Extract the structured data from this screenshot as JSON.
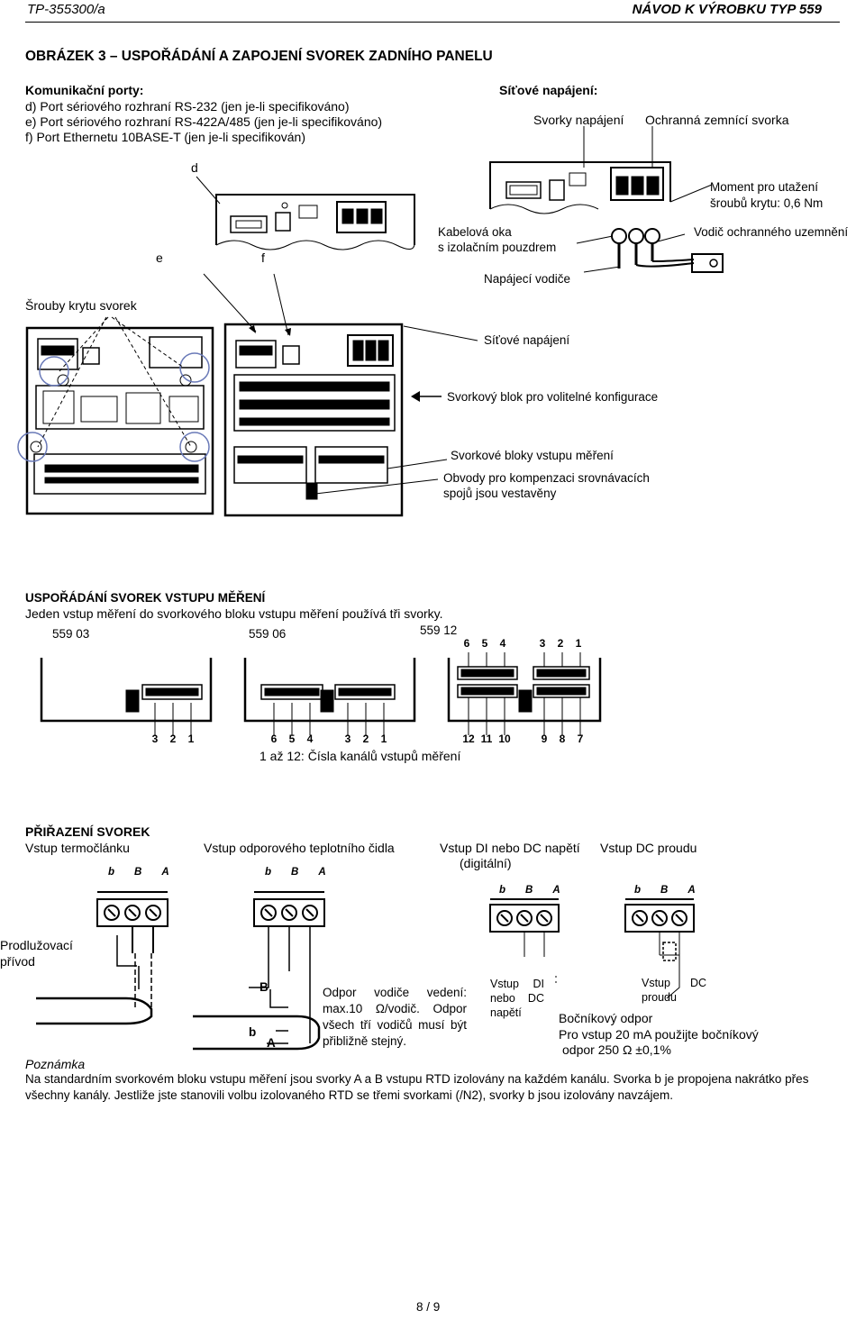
{
  "header": {
    "doc_id": "TP-355300/a",
    "doc_type": "NÁVOD K VÝROBKU   TYP 559"
  },
  "figure3": {
    "title": "OBRÁZEK 3 – USPOŘÁDÁNÍ A ZAPOJENÍ SVOREK ZADNÍHO PANELU",
    "comm_ports_title": "Komunikační porty:",
    "comm_ports": [
      "d)   Port sériového rozhraní RS-232 (jen je-li specifikováno)",
      "e)   Port sériového rozhraní RS-422A/485 (jen je-li specifikováno)",
      "f)   Port Ethernetu 10BASE-T (jen je-li specifikován)"
    ],
    "power_title": "Síťové napájení:",
    "power_terminals": "Svorky napájení",
    "ground_terminal": "Ochranná zemnící svorka",
    "label_d": "d",
    "label_e": "e",
    "label_f": "f",
    "torque_line1": "Moment pro utažení",
    "torque_line2": "šroubů krytu: 0,6 Nm",
    "cable_lugs_line1": "Kabelová oka",
    "cable_lugs_line2": "s izolačním pouzdrem",
    "ground_wire": "Vodič ochranného uzemnění",
    "power_wires": "Napájecí vodiče",
    "cover_screws": "Šrouby krytu svorek",
    "mains": "Síťové napájení",
    "option_block": "Svorkový blok pro volitelné konfigurace",
    "input_blocks": "Svorkové bloky vstupu měření",
    "cjc_line1": "Obvody pro kompenzaci srovnávacích",
    "cjc_line2": "spojů jsou vestavěny"
  },
  "arrangement": {
    "title": "USPOŘÁDÁNÍ SVOREK VSTUPU MĚŘENÍ",
    "text": "Jeden vstup měření do svorkového bloku vstupu měření používá tři svorky.",
    "models": [
      "559 03",
      "559 06",
      "559 12"
    ],
    "nums_a": [
      "3",
      "2",
      "1"
    ],
    "nums_b": [
      "6",
      "5",
      "4",
      "3",
      "2",
      "1"
    ],
    "nums_c_top": [
      "6",
      "5",
      "4",
      "3",
      "2",
      "1"
    ],
    "nums_c_bottom": [
      "12",
      "11",
      "10",
      "9",
      "8",
      "7"
    ],
    "caption": "1 až 12: Čísla kanálů vstupů měření"
  },
  "assignment": {
    "title": "PŘIŘAZENÍ SVOREK",
    "tc_input": "Vstup termočlánku",
    "rtd_input": "Vstup odporového teplotního čidla",
    "di_input_line1": "Vstup DI nebo DC napětí",
    "di_input_line2": "(digitální)",
    "dc_current_input": "Vstup DC proudu",
    "terminal_labels": [
      "b",
      "B",
      "A"
    ],
    "extension": "Prodlužovací přívod",
    "resistance_note": "Odpor vodiče vedení: max.10 Ω/vodič. Odpor všech tří vodičů musí být přibližně stejný.",
    "di_small": "Vstup DI nebo DC napětí",
    "dc_small_line1": "Vstup",
    "dc_small_dc": "DC",
    "dc_small_line2": "proudu",
    "shunt_title": "Bočníkový odpor",
    "shunt_line1": "Pro vstup 20 mA použijte bočníkový",
    "shunt_line2": "odpor 250 Ω ±0,1%",
    "rtd_letters": [
      "B",
      "b",
      "A"
    ]
  },
  "note": {
    "label": "Poznámka",
    "text": "Na standardním svorkovém bloku vstupu měření jsou svorky A a B vstupu RTD izolovány na každém kanálu. Svorka b je propojena nakrátko přes všechny kanály. Jestliže jste stanovili volbu izolovaného RTD se třemi svorkami (/N2), svorky b jsou izolovány navzájem."
  },
  "footer": {
    "page": "8 / 9"
  }
}
